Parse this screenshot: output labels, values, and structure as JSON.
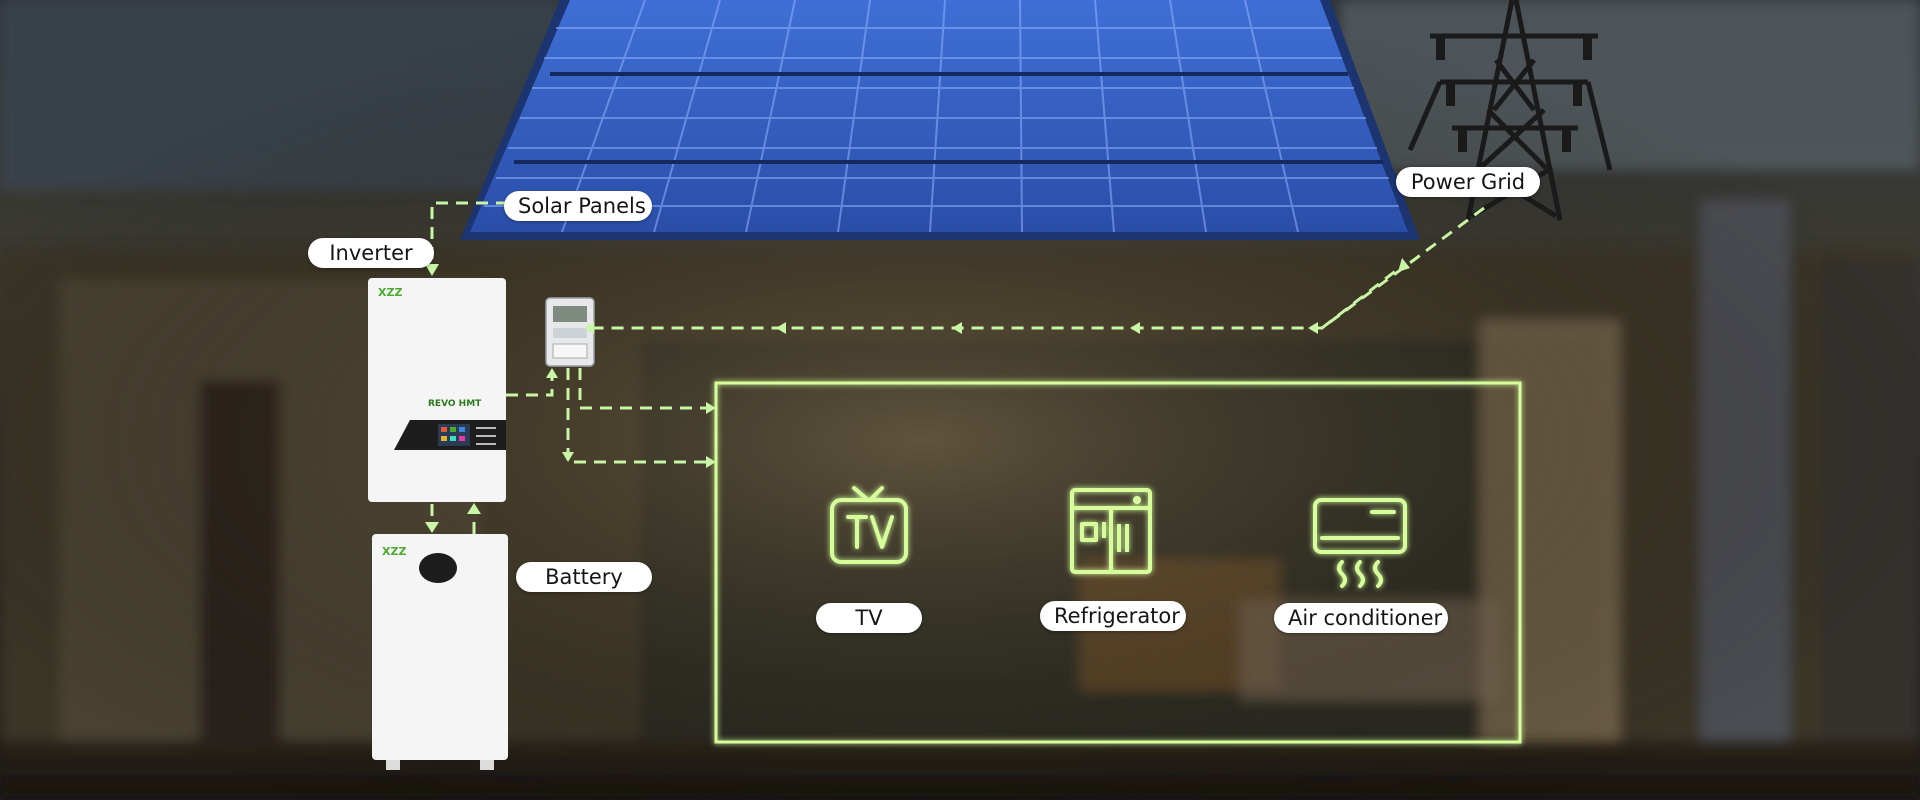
{
  "labels": {
    "solar_panels": "Solar Panels",
    "inverter": "Inverter",
    "power_grid": "Power Grid",
    "battery": "Battery",
    "tv": "TV",
    "refrigerator": "Refrigerator",
    "air_conditioner": "Air conditioner"
  },
  "devices": {
    "inverter_brand": "XZZ",
    "inverter_model": "REVO HMT",
    "battery_brand": "XZZ",
    "tv_icon_text": "TV"
  },
  "colors": {
    "flow_line": "#c9f5a6",
    "glow": "#d6ff9c",
    "brand_green": "#4caa2e",
    "panel_blue": "#2f56b8",
    "label_bg": "#ffffff"
  },
  "icons": [
    "tv-icon",
    "refrigerator-icon",
    "air-conditioner-icon",
    "power-grid-tower-icon",
    "electric-meter-icon"
  ]
}
